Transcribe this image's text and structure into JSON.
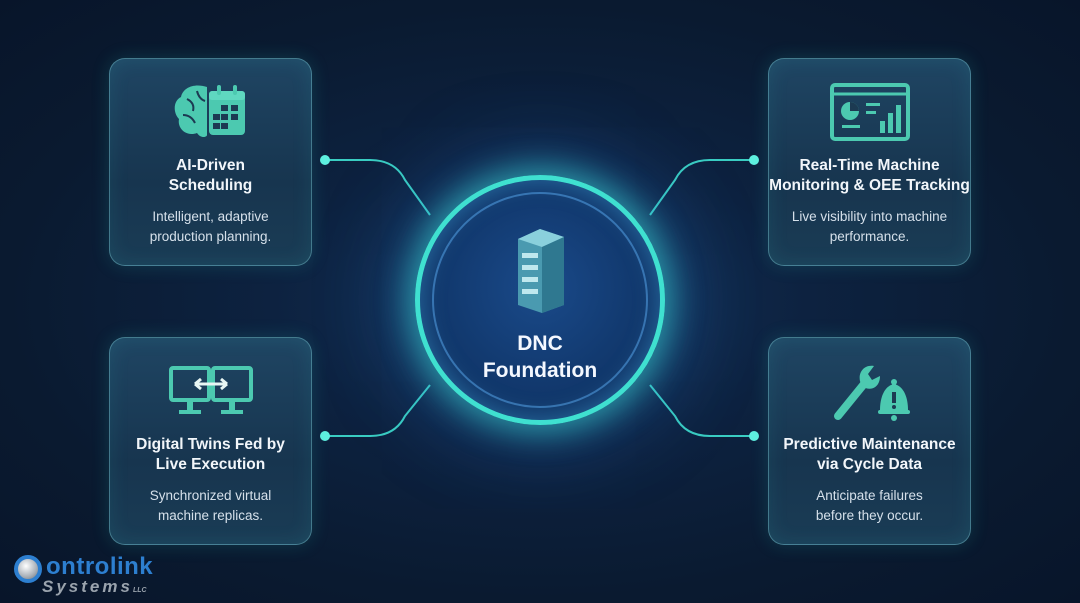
{
  "hub": {
    "title_line1": "DNC",
    "title_line2": "Foundation",
    "icon": "server-rack-icon"
  },
  "cards": [
    {
      "title_line1": "AI-Driven",
      "title_line2": "Scheduling",
      "desc_line1": "Intelligent, adaptive",
      "desc_line2": "production planning.",
      "icon": "brain-calendar-icon"
    },
    {
      "title_line1": "Real-Time Machine",
      "title_line2": "Monitoring & OEE Tracking",
      "desc_line1": "Live visibility into machine",
      "desc_line2": "performance.",
      "icon": "dashboard-chart-icon"
    },
    {
      "title_line1": "Digital Twins Fed by",
      "title_line2": "Live Execution",
      "desc_line1": "Synchronized virtual",
      "desc_line2": "machine replicas.",
      "icon": "twin-monitors-icon"
    },
    {
      "title_line1": "Predictive Maintenance",
      "title_line2": "via Cycle Data",
      "desc_line1": "Anticipate failures",
      "desc_line2": "before they occur.",
      "icon": "wrench-bell-icon"
    }
  ],
  "logo": {
    "word": "ontrolink",
    "systems": "Systems",
    "llc": "LLC"
  },
  "colors": {
    "accent": "#3fe0d0",
    "icon": "#4cc9b0",
    "background": "#0d2240"
  }
}
